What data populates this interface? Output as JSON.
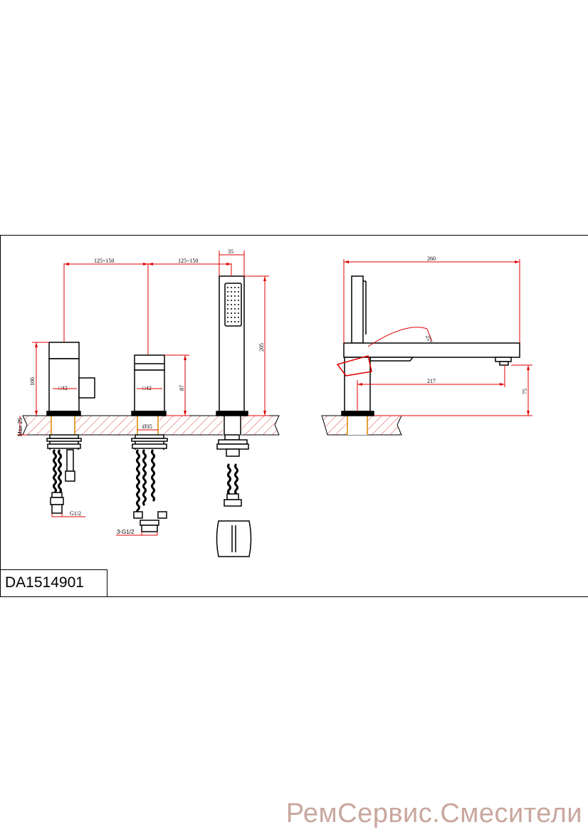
{
  "model_code": "DA1514901",
  "watermark": "РемСервис.Смесители",
  "dimensions": {
    "spacing_1": "125~150",
    "spacing_2": "125~150",
    "handshower_width": "35",
    "handshower_height": "205",
    "body_height_1": "106",
    "body_height_2": "87",
    "body_square_1": "□42",
    "body_square_2": "□42",
    "hole_diameter": "Ø35",
    "deck_max": "Max 25",
    "inlet_1": "G1/2",
    "inlet_2": "3-G1/2",
    "spout_length": "260",
    "spout_reach": "217",
    "spout_height": "75",
    "lever_angle": "25°"
  },
  "colors": {
    "line": "#000000",
    "dimension": "#e00000",
    "hatch": "#d94a4a",
    "pipe_fill": "#f2e6c8",
    "watermark": "#c9a79e"
  }
}
